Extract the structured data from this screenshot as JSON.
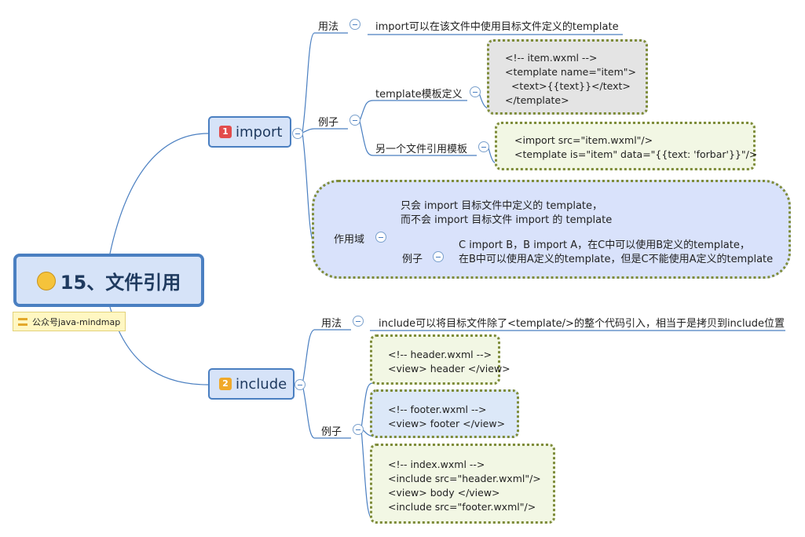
{
  "root": {
    "title": "15、文件引用",
    "icon": "smile-emoji"
  },
  "note": {
    "text": "公众号java-mindmap"
  },
  "topics": [
    {
      "badge": "1",
      "badge_color": "#e24c4c",
      "title": "import",
      "usage_label": "用法",
      "usage_text": "import可以在该文件中使用目标文件定义的template",
      "example_label": "例子",
      "template_def_label": "template模板定义",
      "template_def_code": "<!-- item.wxml -->\n<template name=\"item\">\n  <text>{{text}}</text>\n</template>",
      "other_file_label": "另一个文件引用模板",
      "other_file_code": "<import src=\"item.wxml\"/>\n<template is=\"item\" data=\"{{text: 'forbar'}}\"/>",
      "scope_label": "作用域",
      "scope_text_1": "只会 import 目标文件中定义的 template，",
      "scope_text_2": "而不会 import 目标文件 import 的 template",
      "scope_example_label": "例子",
      "scope_example_1": "C import B，B import A，在C中可以使用B定义的template，",
      "scope_example_2": "在B中可以使用A定义的template，但是C不能使用A定义的template"
    },
    {
      "badge": "2",
      "badge_color": "#f0a92a",
      "title": "include",
      "usage_label": "用法",
      "usage_text": "include可以将目标文件除了<template/>的整个代码引入，相当于是拷贝到include位置",
      "example_label": "例子",
      "header_code": "<!-- header.wxml -->\n<view> header </view>",
      "footer_code": "<!-- footer.wxml -->\n<view> footer </view>",
      "index_code": "<!-- index.wxml -->\n<include src=\"header.wxml\"/>\n<view> body </view>\n<include src=\"footer.wxml\"/>"
    }
  ],
  "colors": {
    "line": "#4a7fc1",
    "main_fill": "#d6e3f8",
    "code_fill_green": "#f2f7e4",
    "code_fill_gray": "#e4e4e4",
    "code_fill_blue": "#dce8f8",
    "cloud_fill": "#d9e2fb",
    "dotted_border": "#7e8c3a"
  }
}
